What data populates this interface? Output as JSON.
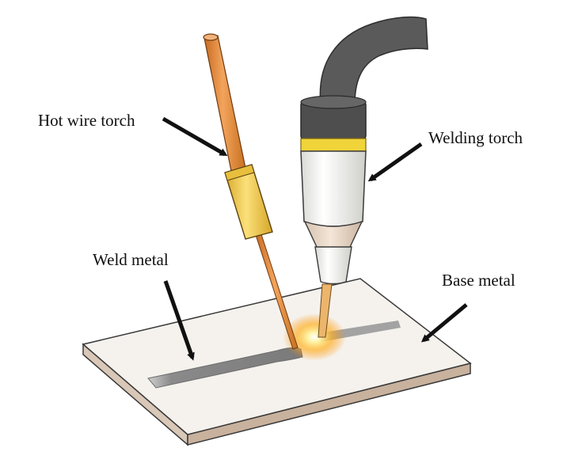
{
  "labels": {
    "hot_wire_torch": "Hot wire torch",
    "welding_torch": "Welding torch",
    "weld_metal": "Weld metal",
    "base_metal": "Base metal"
  },
  "colors": {
    "plate_top": "#f4f1ec",
    "plate_edge": "#d8c6b6",
    "weld_bead": "#8e8e8e",
    "torch_hose": "#575757",
    "torch_body": "#f2f2ef",
    "torch_band": "#f0d43a",
    "torch_nozzle": "#e9d8c8",
    "hot_wire_rod": "#e28a3a",
    "hot_wire_sleeve": "#f3cd4f",
    "arc_glow": "#ffb020",
    "arrow": "#111111"
  }
}
